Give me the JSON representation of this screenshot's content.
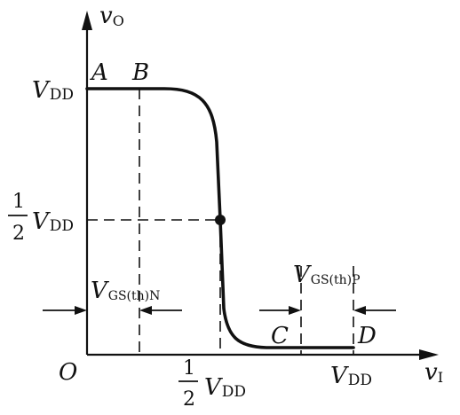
{
  "labels": {
    "y_axis": "v",
    "y_axis_sub": "O",
    "x_axis": "v",
    "x_axis_sub": "I",
    "origin": "O",
    "point_a": "A",
    "point_b": "B",
    "point_c": "C",
    "point_d": "D",
    "vdd_v": "V",
    "vdd_sub": "DD",
    "half_num": "1",
    "half_den": "2",
    "vgs_n_v": "V",
    "vgs_n_sub": "GS(th)N",
    "vgs_p_v": "V",
    "vgs_p_sub": "GS(th)P"
  }
}
